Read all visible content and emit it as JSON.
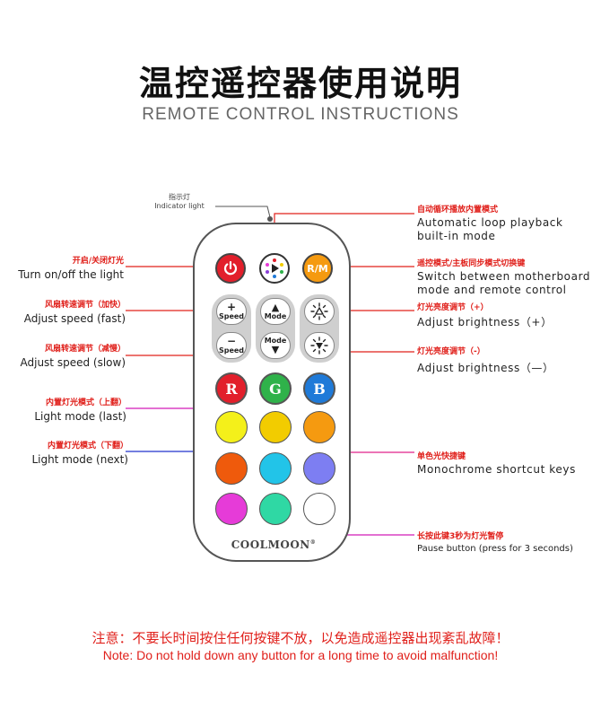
{
  "header": {
    "title_cn": "温控遥控器使用说明",
    "title_en": "REMOTE CONTROL INSTRUCTIONS"
  },
  "remote": {
    "brand": "COOLMOON",
    "rm_label": "R/M",
    "speed_label": "Speed",
    "mode_label": "Mode",
    "rgb": [
      "R",
      "G",
      "B"
    ],
    "color_keys": [
      "#f4f01a",
      "#f2cc00",
      "#f59a10",
      "#ef5a0c",
      "#22c4e8",
      "#7d7ef2",
      "#e63bd8",
      "#2fd8a4",
      "#ffffff"
    ]
  },
  "labels": {
    "indicator_cn": "指示灯",
    "indicator_en": "Indicator light",
    "power_cn": "开启/关闭灯光",
    "power_en": "Turn on/off the light",
    "speed_fast_cn": "风扇转速调节（加快）",
    "speed_fast_en": "Adjust speed (fast)",
    "speed_slow_cn": "风扇转速调节（减慢）",
    "speed_slow_en": "Adjust speed (slow)",
    "mode_last_cn": "内置灯光模式（上翻）",
    "mode_last_en": "Light mode (last)",
    "mode_next_cn": "内置灯光模式（下翻）",
    "mode_next_en": "Light mode (next)",
    "auto_cn": "自动循环播放内置模式",
    "auto_en_1": "Automatic loop playback",
    "auto_en_2": "built-in mode",
    "rm_cn": "遥控模式/主板同步模式切换键",
    "rm_en_1": "Switch between motherboard",
    "rm_en_2": "mode and remote control",
    "bright_up_cn": "灯光亮度调节（+）",
    "bright_up_en": "Adjust brightness（+）",
    "bright_down_cn": "灯光亮度调节（-）",
    "bright_down_en": "Adjust brightness（—）",
    "mono_cn": "单色光快捷键",
    "mono_en": "Monochrome shortcut keys",
    "pause_cn": "长按此键3秒为灯光暂停",
    "pause_en": "Pause button (press for 3 seconds)"
  },
  "footer": {
    "note_cn": "注意：不要长时间按住任何按键不放，以免造成遥控器出现紊乱故障！",
    "note_en": "Note: Do not hold down any button for a long time to avoid malfunction!"
  },
  "colors": {
    "red_line": "#e0201b",
    "blue_line": "#2233cc",
    "purple_line": "#d21ab8",
    "magenta_box": "#e0208a"
  }
}
